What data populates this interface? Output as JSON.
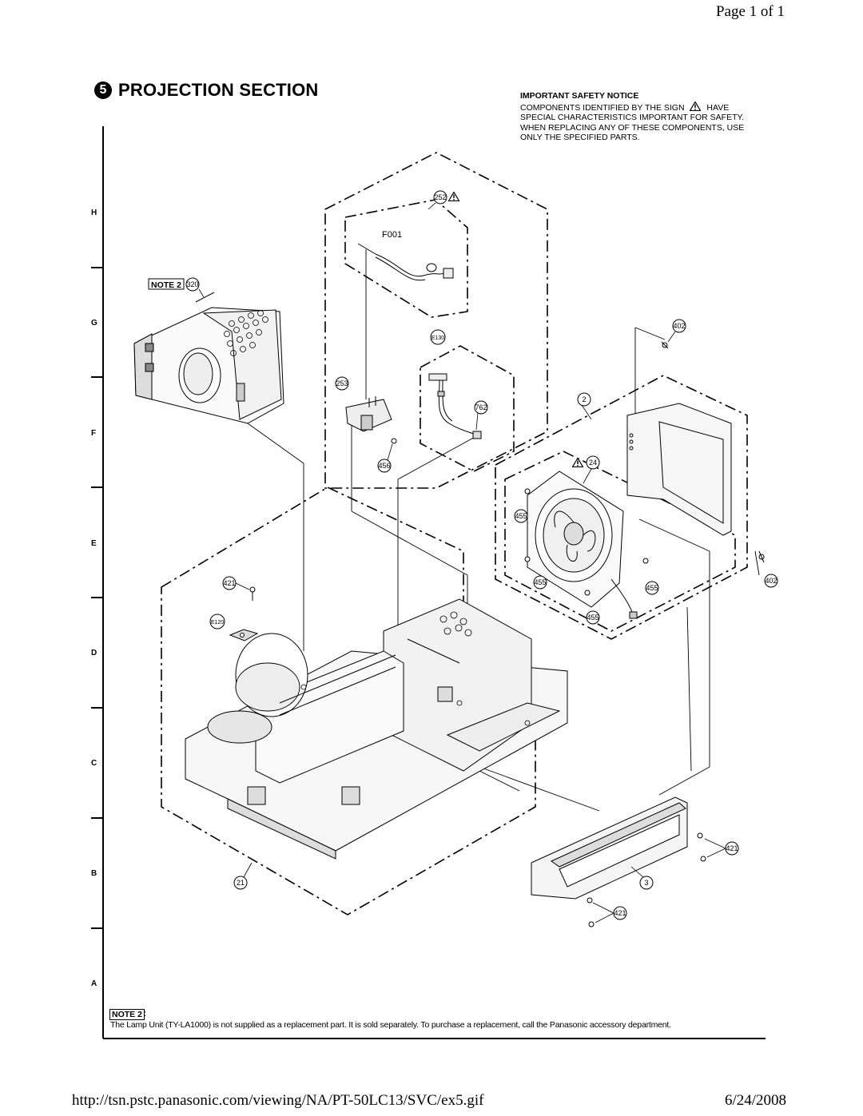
{
  "page_header": "Page 1 of 1",
  "section": {
    "number": "5",
    "title": "PROJECTION SECTION"
  },
  "safety_notice": {
    "title": "IMPORTANT SAFETY NOTICE",
    "line1": "COMPONENTS IDENTIFIED BY THE SIGN",
    "line1_end": "HAVE",
    "line2": "SPECIAL CHARACTERISTICS IMPORTANT FOR SAFETY.",
    "line3": "WHEN REPLACING ANY OF THESE COMPONENTS, USE",
    "line4": "ONLY THE SPECIFIED PARTS."
  },
  "row_labels": [
    "H",
    "G",
    "F",
    "E",
    "D",
    "C",
    "B",
    "A"
  ],
  "callouts": {
    "c252": "252",
    "c320": "320",
    "c402a": "402",
    "c402b": "402",
    "c2": "2",
    "c24": "24",
    "c253": "253",
    "c762": "762",
    "c456": "456",
    "c455a": "455",
    "c455b": "455",
    "c455c": "455",
    "c455d": "455",
    "c421a": "421",
    "c421b": "421",
    "c421c": "421",
    "c21": "21",
    "c3": "3",
    "cE130": "E130",
    "cE120": "E120"
  },
  "labels": {
    "fuse": "F001",
    "note2_tag": "NOTE 2"
  },
  "note": {
    "label": "NOTE 2",
    "colon": ":",
    "text": "The Lamp Unit (TY-LA1000) is not supplied as a replacement part. It is sold separately. To purchase a replacement, call the Panasonic accessory department."
  },
  "footer": {
    "url": "http://tsn.pstc.panasonic.com/viewing/NA/PT-50LC13/SVC/ex5.gif",
    "date": "6/24/2008"
  }
}
